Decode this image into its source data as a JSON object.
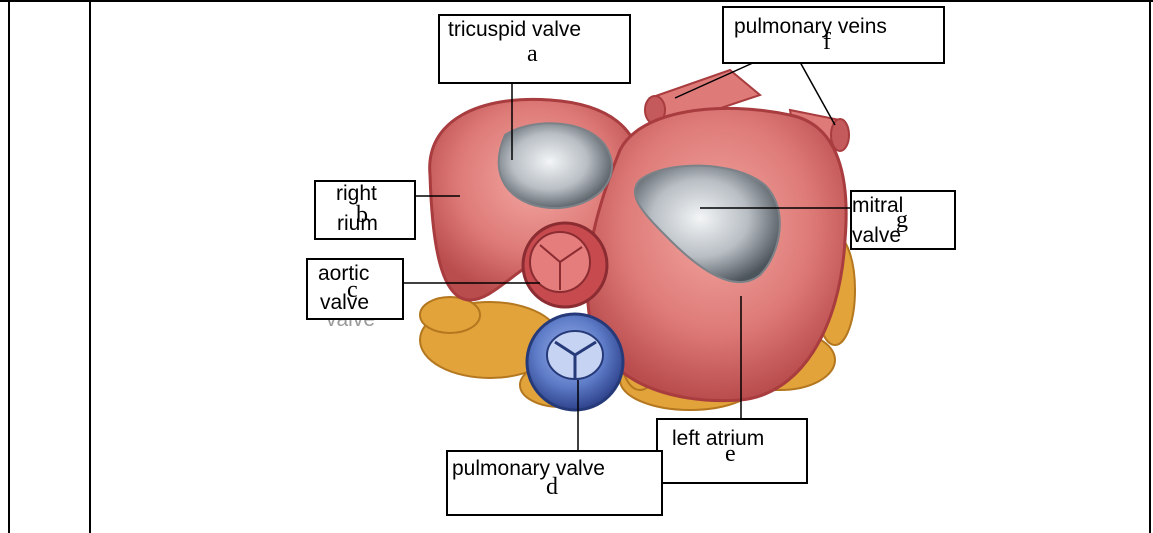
{
  "labels": {
    "a": {
      "text": "tricuspid valve",
      "letter": "a"
    },
    "b": {
      "line1": "right",
      "line2": "rium",
      "letter": "b"
    },
    "c": {
      "line1": "aortic",
      "line2": "valve",
      "letter": "c",
      "ghost": "valve"
    },
    "d": {
      "text": "pulmonary valve",
      "letter": "d"
    },
    "e": {
      "text": "left atrium",
      "letter": "e"
    },
    "f": {
      "text": "pulmonary veins",
      "letter": "f"
    },
    "g": {
      "line1": "mitral",
      "line2": "valve",
      "letter": "g"
    }
  },
  "colors": {
    "heart_wall": "#d9706f",
    "heart_dark": "#a83c3f",
    "valve_gray": "#c9cfd4",
    "pulmonary_blue": "#5d7bc7",
    "fat_yellow": "#e1a33a"
  }
}
